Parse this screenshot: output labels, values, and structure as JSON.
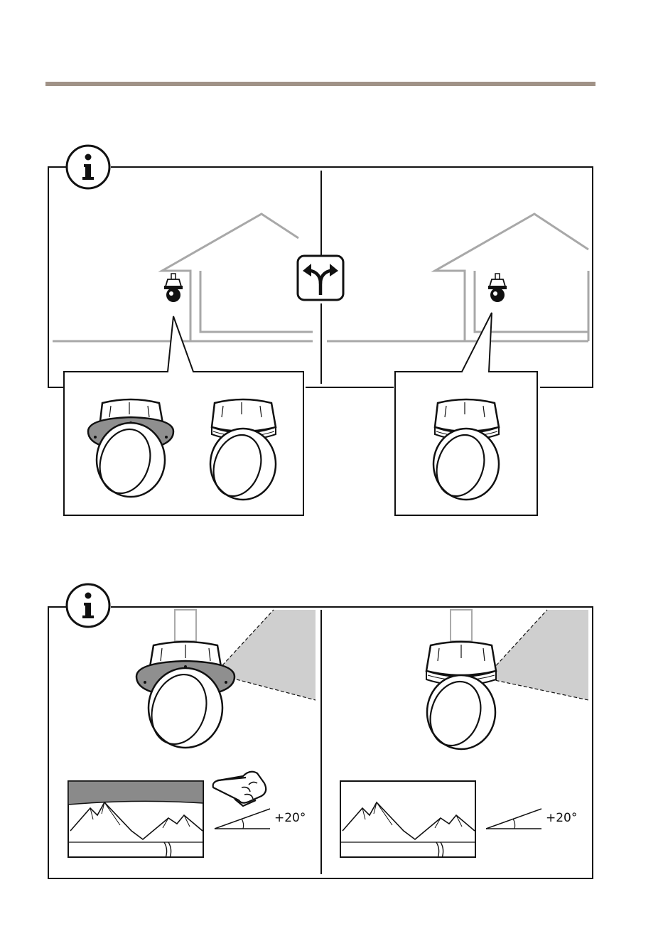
{
  "colors": {
    "rule": "#a09287",
    "line": "#111111",
    "house": "#a8a8a8",
    "ring": "#8f8f8f",
    "fov": "#cfcfcf",
    "skyband": "#8a8a8a"
  },
  "icons": {
    "info": "info-circle-icon",
    "choice": "fork-arrows-icon",
    "pointer": "pointing-hand-icon"
  },
  "tilt": {
    "left_label": "+20°",
    "right_label": "+20°",
    "tilt_degrees": 20
  }
}
